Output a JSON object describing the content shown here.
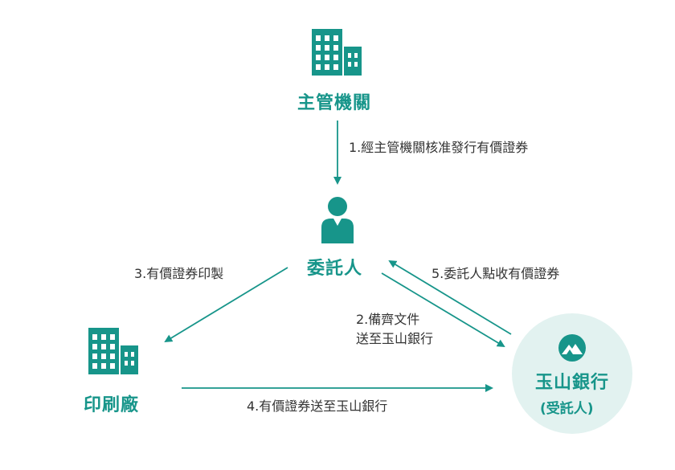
{
  "nodes": {
    "authority": {
      "label": "主管機關",
      "icon": "building-icon"
    },
    "trustor": {
      "label": "委託人",
      "icon": "person-icon"
    },
    "printer": {
      "label": "印刷廠",
      "icon": "building-icon"
    },
    "bank": {
      "label": "玉山銀行",
      "sublabel": "(受託人)",
      "icon": "mountain-logo-icon"
    }
  },
  "edges": {
    "step1": "1.經主管機關核准發行有價證券",
    "step2_line1": "2.備齊文件",
    "step2_line2": "送至玉山銀行",
    "step3": "3.有價證券印製",
    "step4": "4.有價證券送至玉山銀行",
    "step5": "5.委託人點收有價證券"
  },
  "colors": {
    "accent": "#17958a",
    "bank_circle_bg": "#e2f2f0",
    "text": "#333333"
  }
}
